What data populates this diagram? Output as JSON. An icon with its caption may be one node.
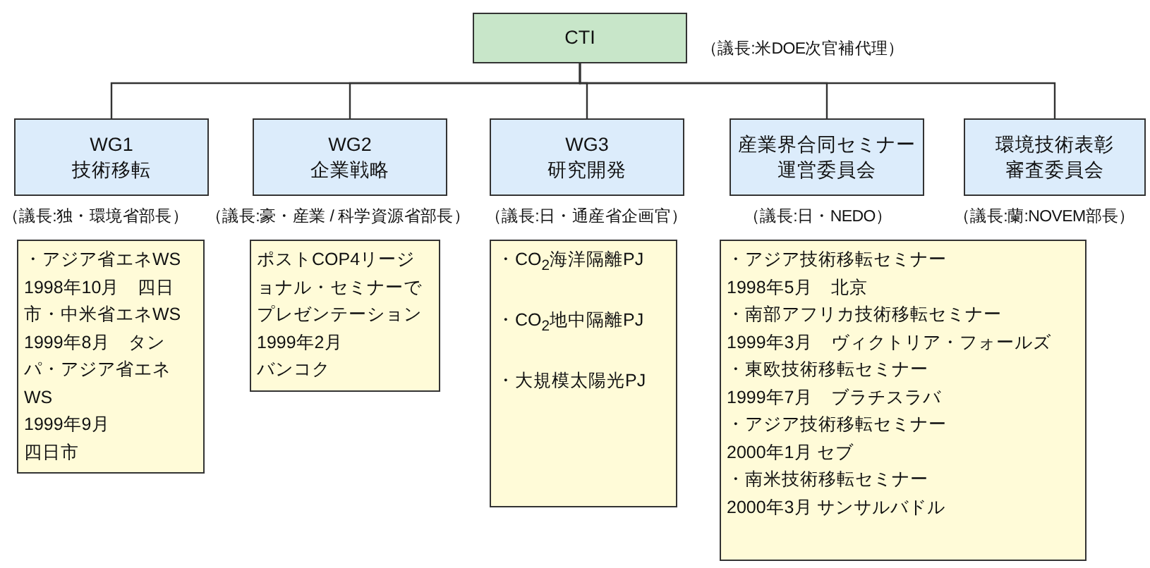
{
  "diagram": {
    "nodes": [
      {
        "text": [
          "CTI"
        ],
        "beside": [
          "（議長:米DOE次官補代理）"
        ]
      },
      {
        "text": [
          "WG1",
          "技術移転"
        ],
        "beside": [
          "（議長:独・環境省部長）"
        ]
      },
      {
        "text": [
          "WG2",
          "企業戦略"
        ],
        "beside": [
          "（議長:豪・産業 / 科学資源省部長）"
        ]
      },
      {
        "text": [
          "WG3",
          "研究開発"
        ],
        "beside": [
          "（議長:日・通産省企画官）"
        ]
      },
      {
        "text": [
          "産業界合同セミナー",
          "運営委員会"
        ],
        "beside": [
          "（議長:日・NEDO）"
        ]
      },
      {
        "text": [
          "環境技術表彰",
          "審査委員会"
        ],
        "beside": [
          "（議長:蘭:NOVEM部長）"
        ]
      },
      {
        "text": [
          "・アジア省エネWS",
          "1998年10月　四日市・中米省エネWS",
          "1999年8月　タンパ・アジア省エネWS",
          "1999年9月",
          "四日市"
        ]
      },
      {
        "text": [
          "ポストCOP4リージョナル・セミナーでプレゼンテーション",
          "1999年2月",
          "バンコク"
        ]
      },
      {
        "text": [
          "・CO$_{2}$海洋隔離PJ",
          "・CO$_{2}$地中隔離PJ",
          "・大規模太陽光PJ"
        ]
      },
      {
        "text": [
          "・アジア技術移転セミナー",
          "1998年5月　北京",
          "・南部アフリカ技術移転セミナー",
          "1999年3月　ヴィクトリア・フォールズ",
          "・東欧技術移転セミナー",
          "1999年7月　ブラチスラバ",
          "・アジア技術移転セミナー",
          "2000年1月 セブ",
          "・南米技術移転セミナー",
          "2000年3月 サンサルバドル"
        ]
      }
    ],
    "edges": [
      {
        "from": 0,
        "to": 1,
        "arrow": "none"
      },
      {
        "from": 0,
        "to": 2,
        "arrow": "none"
      },
      {
        "from": 0,
        "to": 3,
        "arrow": "none"
      },
      {
        "from": 0,
        "to": 4,
        "arrow": "none"
      },
      {
        "from": 0,
        "to": 5,
        "arrow": "none"
      }
    ]
  }
}
